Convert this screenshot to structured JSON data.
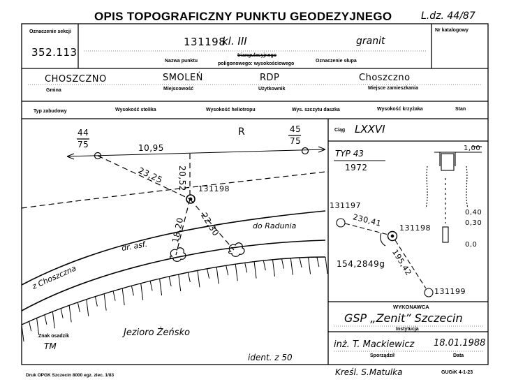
{
  "header": {
    "title": "OPIS TOPOGRAFICZNY PUNKTU GEODEZYJNEGO",
    "ldz": "L.dz. 44/87"
  },
  "row1": {
    "oznaczenie_sekcji_label": "Oznaczenie sekcji",
    "oznaczenie_sekcji_value": "352.113",
    "point_number": "131198",
    "klasa": "kl. III",
    "material": "granit",
    "nazwa_punktu_label": "Nazwa punktu",
    "triangulacyjnego_label": "triangulacyjnego",
    "poligonowego_label": "poligonowego: wysokościowego",
    "oznaczenie_slupa_label": "Oznaczenie słupa",
    "nr_katalogowy_label": "Nr katalogowy"
  },
  "row2": {
    "gmina_value": "CHOSZCZNO",
    "gmina_label": "Gmina",
    "miejscowosc_value": "SMOLEŃ",
    "miejscowosc_label": "Miejscowość",
    "uzytkownik_value": "RDP",
    "uzytkownik_label": "Użytkownik",
    "zamieszkania_value": "Choszczno",
    "zamieszkania_label": "Miejsce zamieszkania"
  },
  "row3": {
    "typ_zabudowy": "Typ zabudowy",
    "wys_stolika": "Wysokość stolika",
    "wys_heliotropu": "Wysokość heliotropu",
    "wys_szczytu": "Wys. szczytu daszka",
    "wys_krzyzaka": "Wysokość krzyżaka",
    "stan": "Stan"
  },
  "sketch": {
    "point_label": "131198",
    "r_label": "R",
    "ref_left_top": "44",
    "ref_left_bottom": "75",
    "ref_right_top": "45",
    "ref_right_bottom": "75",
    "dist_1095": "10,95",
    "dist_2325": "23,25",
    "dist_2052": "20,52",
    "dist_1820": "18,20",
    "dist_2230": "22,30",
    "road_to": "do Radunia",
    "road_surface": "dr. asf.",
    "road_from": "z Choszczna",
    "lake": "Jezioro Żeńsko",
    "znak_osadzik_label": "Znak osadzik",
    "znak_value": "TM",
    "ident": "ident. z 50"
  },
  "right_panel": {
    "ciag_label": "Ciąg",
    "ciag_value": "LXXVI",
    "typ": "TYP 43",
    "rok": "1972",
    "dim_100": "1,00",
    "dim_040": "0,40",
    "dim_030": "0,30",
    "dim_00": "0,0",
    "pt_prev": "131197",
    "pt_mid": "131198",
    "pt_next": "131199",
    "dist_230": "230,41",
    "dist_195": "195,42",
    "angle": "154,2849g"
  },
  "footer": {
    "wykonawca_label": "WYKONAWCA",
    "institution": "GSP „Zenit” Szczecin",
    "instytucja_label": "Instytucja",
    "sporzadzil_value": "inż. T. Mackiewicz",
    "date_value": "18.01.1988",
    "sporzadzil_label": "Sporządził",
    "data_label": "Data",
    "kresl": "Kreśl. S.Matulka",
    "print_note": "Druk OPGK Szczecin 8000 egz. zlec. 1/83",
    "form_code": "GUGiK 4-1-23"
  }
}
